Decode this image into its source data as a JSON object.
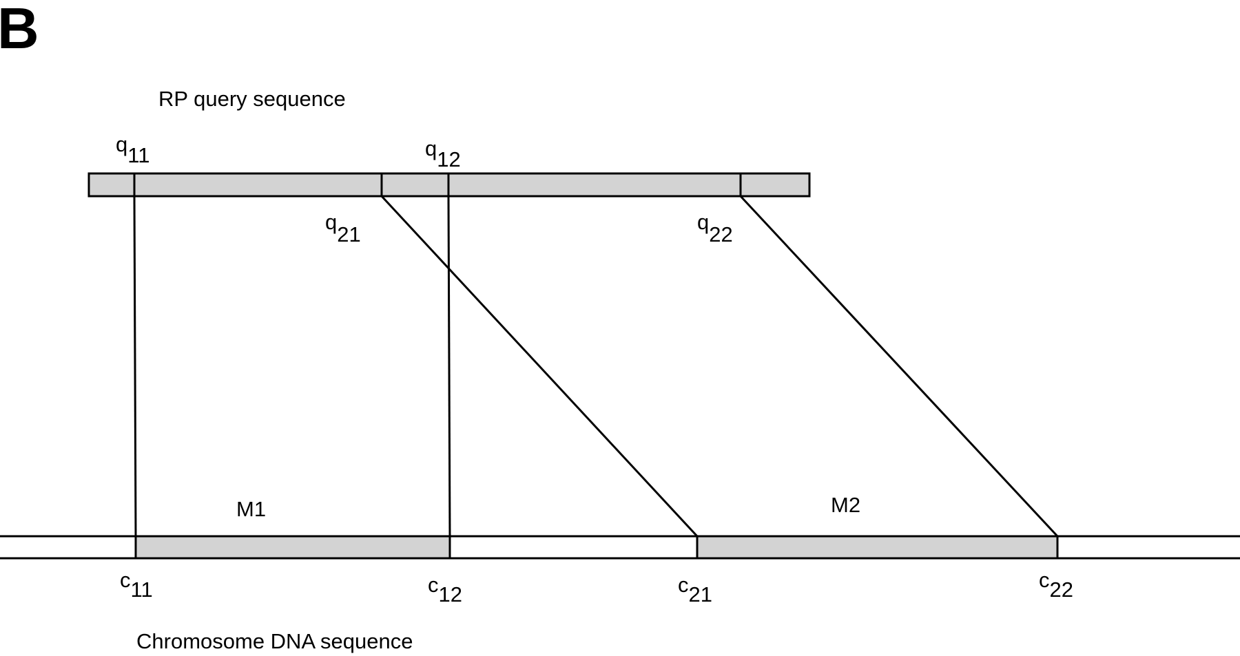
{
  "panel_label": "B",
  "query_label": "RP query sequence",
  "chromosome_label": "Chromosome DNA sequence",
  "fill_color": "#d3d3d3",
  "line_color": "#000000",
  "query_markers": [
    {
      "letter": "q",
      "sub": "11"
    },
    {
      "letter": "q",
      "sub": "12"
    },
    {
      "letter": "q",
      "sub": "21"
    },
    {
      "letter": "q",
      "sub": "22"
    }
  ],
  "chromosome_markers": [
    {
      "letter": "c",
      "sub": "11"
    },
    {
      "letter": "c",
      "sub": "12"
    },
    {
      "letter": "c",
      "sub": "21"
    },
    {
      "letter": "c",
      "sub": "22"
    }
  ],
  "matches": [
    {
      "label": "M1"
    },
    {
      "label": "M2"
    }
  ]
}
